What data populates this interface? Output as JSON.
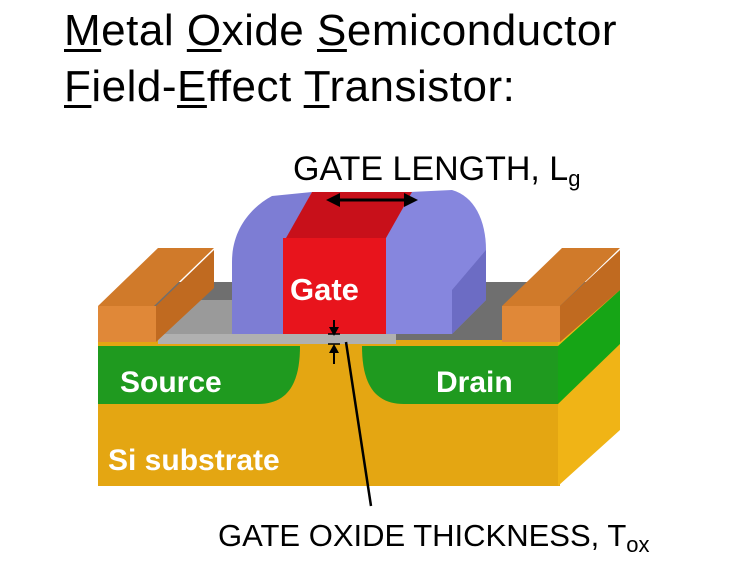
{
  "title": {
    "line1": [
      {
        "cap": "M",
        "rest": "etal "
      },
      {
        "cap": "O",
        "rest": "xide "
      },
      {
        "cap": "S",
        "rest": "emiconductor"
      }
    ],
    "line2": [
      {
        "cap": "F",
        "rest": "ield-"
      },
      {
        "cap": "E",
        "rest": "ffect "
      },
      {
        "cap": "T",
        "rest": "ransistor:"
      }
    ]
  },
  "annotations": {
    "gate_length": {
      "text": "GATE LENGTH, L",
      "sub": "g"
    },
    "gate_oxide": {
      "text": "GATE OXIDE THICKNESS, T",
      "sub": "ox"
    }
  },
  "regions": {
    "gate": "Gate",
    "source": "Source",
    "drain": "Drain",
    "substrate": "Si substrate"
  },
  "colors": {
    "gate": "#e8141c",
    "spacer": "#7f7fd6",
    "contact": "#e08838",
    "source_drain": "#1f9a1f",
    "substrate": "#e8a812",
    "oxide": "#8a8a8a",
    "surface": "#707070"
  }
}
